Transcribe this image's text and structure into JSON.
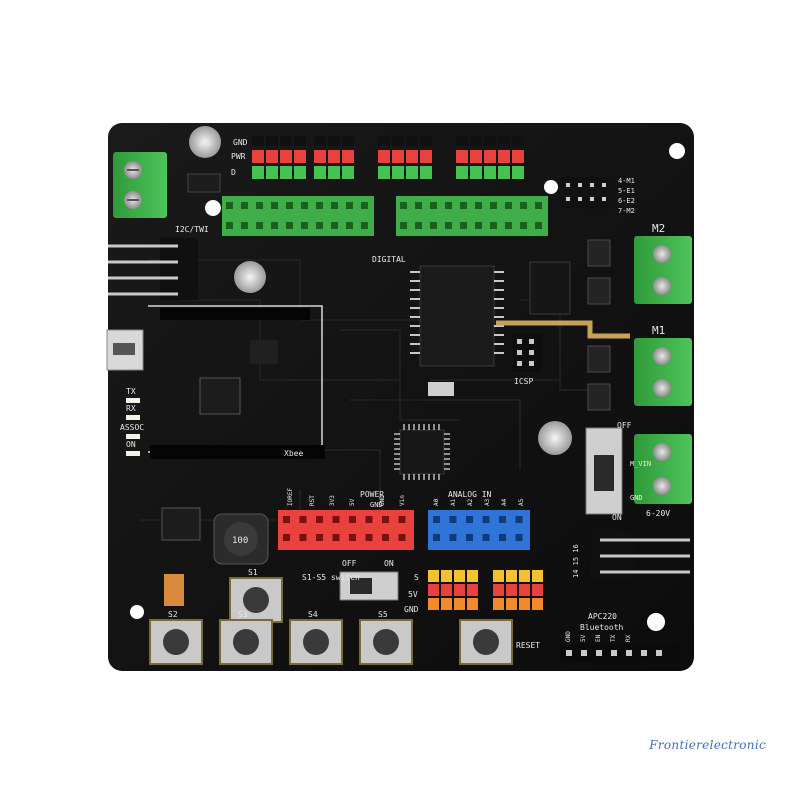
{
  "board": {
    "gnd_label": "GND",
    "pwr_label": "PWR",
    "d_label": "D",
    "digital_label": "DIGITAL",
    "i2c_label": "I2C/TWI",
    "xbee_label": "Xbee",
    "tx_label": "TX",
    "rx_label": "RX",
    "assoc_label": "ASSOC",
    "on_label": "ON",
    "icsp_label": "ICSP",
    "power_label": "POWER",
    "power_gnd_label": "GND",
    "analog_label": "ANALOG IN",
    "power_pins": [
      "IOREF",
      "RST",
      "3V3",
      "5V",
      "GND",
      "Vin"
    ],
    "analog_pins": [
      "A0",
      "A1",
      "A2",
      "A3",
      "A4",
      "A5"
    ],
    "s_label": "S",
    "v5_label": "5V",
    "gnd2_label": "GND",
    "switch_label": "S1-S5 switch",
    "off_label": "OFF",
    "on2_label": "ON",
    "buttons": [
      "S1",
      "S2",
      "S3",
      "S4",
      "S5",
      "RESET"
    ],
    "apc_label": "APC220",
    "bt_label": "Bluetooth",
    "bt_pins": [
      "GND",
      "5V",
      "EN",
      "TX",
      "RX"
    ],
    "m1_label": "M1",
    "m2_label": "M2",
    "mvin_label": "M_VIN",
    "gnd3_label": "GND",
    "volt_label": "6-20V",
    "motor_pins": [
      "4-M1",
      "5-E1",
      "6-E2",
      "7-M2"
    ],
    "cap1_label": "100",
    "inductor_label": "100",
    "pins_label": "14 15 16"
  },
  "watermark": "Frontierelectronic"
}
